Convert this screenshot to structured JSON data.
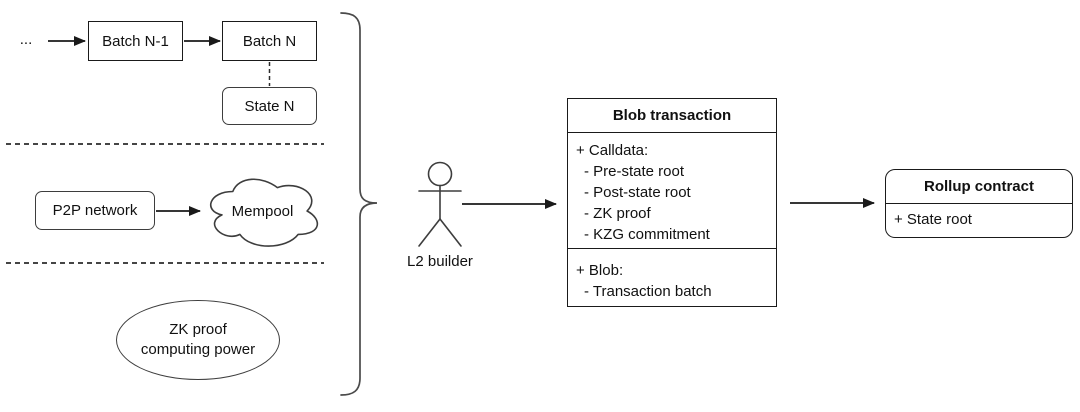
{
  "diagram": {
    "colors": {
      "stroke": "#1a1a1a",
      "soft_stroke": "#3d3d3d",
      "background": "#ffffff"
    },
    "chain": {
      "ellipsis": "...",
      "batch_prev": "Batch N-1",
      "batch_current": "Batch N",
      "state": "State N"
    },
    "network": {
      "p2p": "P2P network",
      "mempool": "Mempool"
    },
    "compute": {
      "line1": "ZK proof",
      "line2": "computing power"
    },
    "actor": {
      "label": "L2 builder"
    },
    "blob_transaction": {
      "title": "Blob transaction",
      "calldata_header": "+ Calldata:",
      "calldata_items": [
        "- Pre-state root",
        "- Post-state root",
        "- ZK proof",
        "- KZG commitment"
      ],
      "blob_header": "+ Blob:",
      "blob_item": "- Transaction batch"
    },
    "rollup_contract": {
      "title": "Rollup contract",
      "field": "+ State root"
    }
  }
}
